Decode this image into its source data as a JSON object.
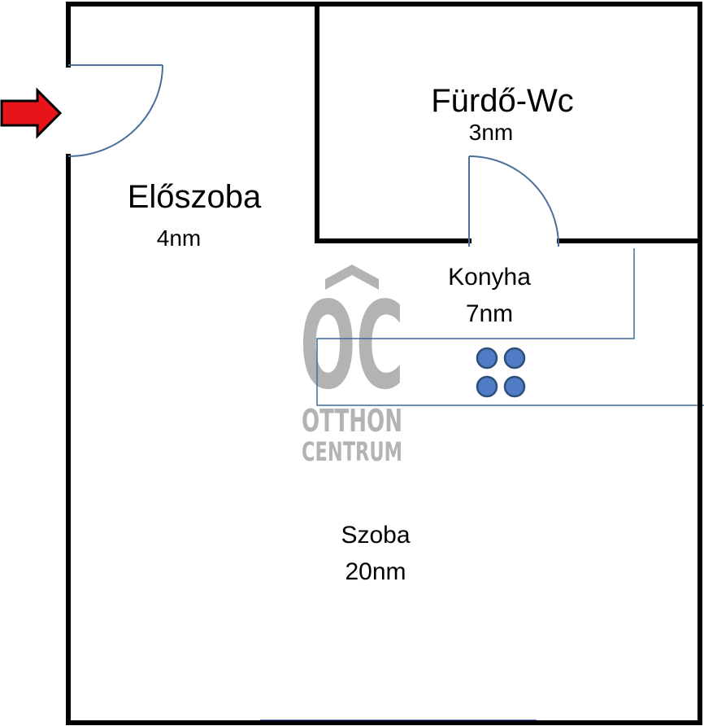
{
  "rooms": {
    "bathroom": {
      "name": "Fürdő-Wc",
      "area": "3nm"
    },
    "hallway": {
      "name": "Előszoba",
      "area": "4nm"
    },
    "kitchen": {
      "name": "Konyha",
      "area": "7nm"
    },
    "room": {
      "name": "Szoba",
      "area": "20nm"
    }
  },
  "watermark": {
    "monogram": "OC",
    "line1": "OTTHON",
    "line2": "CENTRUM"
  },
  "colors": {
    "wall": "#000000",
    "door": "#4a6f9a",
    "counter": "#3d6a9e",
    "burner_fill": "#4f7cc4",
    "burner_stroke": "#2e4d7a",
    "window": "#4f7cc4",
    "entrance_arrow": "#e8141a",
    "watermark": "#b3b3b3"
  },
  "icons": {
    "entrance": "entrance-arrow-icon",
    "stove": "stove-burners-icon",
    "watermark": "otthon-centrum-logo"
  }
}
